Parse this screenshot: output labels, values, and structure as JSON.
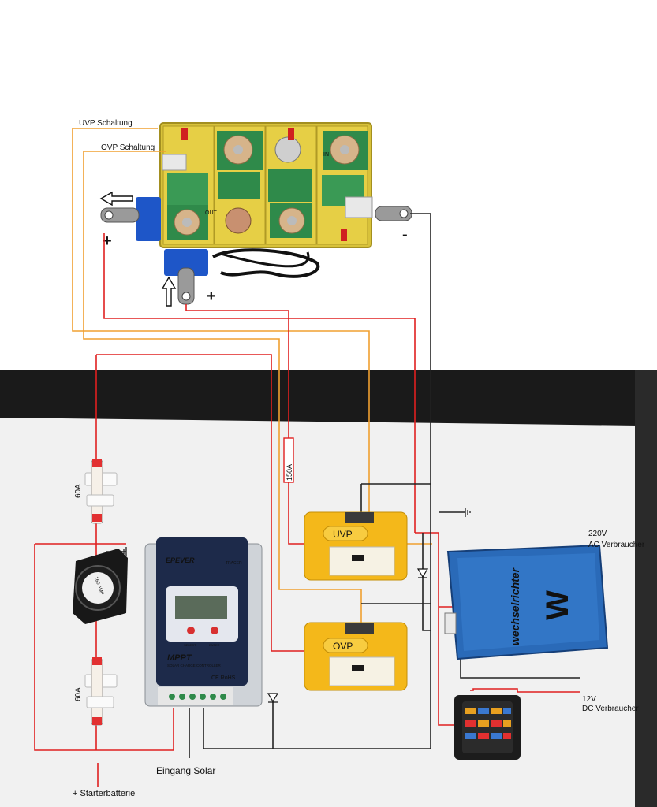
{
  "battery_pack": {
    "uvp_label": "UVP Schaltung",
    "ovp_label": "OVP Schaltung",
    "terminal_plus_left": "+",
    "terminal_plus_bottom": "+",
    "terminal_minus": "-",
    "cell_marks": [
      "OUT",
      "IN"
    ]
  },
  "fuses": {
    "top": "60A",
    "bottom": "60A",
    "inline": "150A"
  },
  "relay": {
    "label": "160 AMP"
  },
  "controller": {
    "brand": "EPEVER",
    "series": "TRACER",
    "title": "MPPT",
    "subtitle": "SOLAR CHARGE CONTROLLER",
    "cert": "CE RoHS",
    "btn_select": "SELECT",
    "btn_enter": "ENTER"
  },
  "modules": {
    "uvp": "UVP",
    "ovp": "OVP"
  },
  "inverter": {
    "brand_text": "wechselrichter",
    "label_line1": "220V",
    "label_line2": "AC Verbraucher"
  },
  "fusebox": {
    "label_line1": "12V",
    "label_line2": "DC Verbraucher"
  },
  "labels": {
    "solar_input": "Eingang Solar",
    "starter_battery": "+ Starterbatterie"
  },
  "colors": {
    "wire_red": "#e02020",
    "wire_orange": "#f0a030",
    "wire_black": "#222222",
    "module_yellow": "#f4b81a",
    "inverter_blue": "#2a6ab8",
    "pcb_green": "#2f8a4a"
  }
}
